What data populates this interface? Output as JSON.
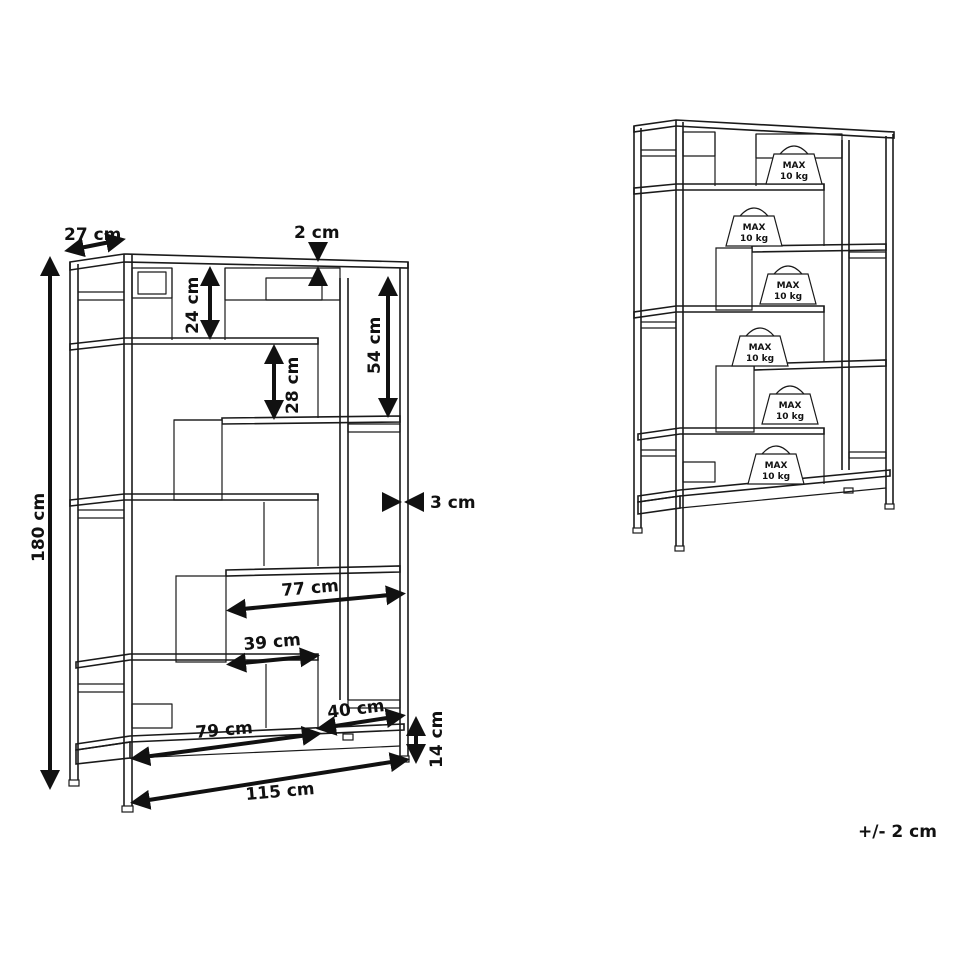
{
  "dimensions": {
    "depth": "27 cm",
    "shelf_thickness": "2 cm",
    "height": "180 cm",
    "upper_compartment_height": "24 cm",
    "middle_compartment_height": "28 cm",
    "tall_compartment_height": "54 cm",
    "frame_thickness": "3 cm",
    "shelf_width_77": "77 cm",
    "shelf_width_39": "39 cm",
    "shelf_width_40": "40 cm",
    "shelf_width_79": "79 cm",
    "leg_height": "14 cm",
    "total_width": "115 cm"
  },
  "load_labels": [
    {
      "max": "MAX",
      "kg": "10 kg"
    },
    {
      "max": "MAX",
      "kg": "10 kg"
    },
    {
      "max": "MAX",
      "kg": "10 kg"
    },
    {
      "max": "MAX",
      "kg": "10 kg"
    },
    {
      "max": "MAX",
      "kg": "10 kg"
    },
    {
      "max": "MAX",
      "kg": "10 kg"
    }
  ],
  "tolerance": "+/- 2 cm"
}
